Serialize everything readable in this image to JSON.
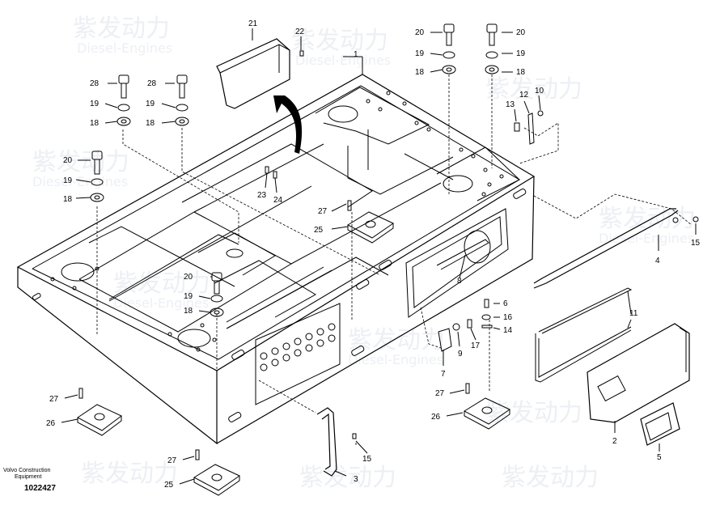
{
  "watermark": {
    "line1": "紫发动力",
    "line2": "Diesel-Engines"
  },
  "caption": {
    "line1": "Volvo Construction",
    "line2": "Equipment",
    "doc_number": "1022427"
  },
  "callouts": {
    "c1": "1",
    "c2": "2",
    "c3": "3",
    "c4": "4",
    "c5": "5",
    "c6": "6",
    "c7": "7",
    "c8": "8",
    "c9": "9",
    "c10": "10",
    "c11": "11",
    "c12": "12",
    "c13": "13",
    "c14": "14",
    "c15a": "15",
    "c15b": "15",
    "c16": "16",
    "c17": "17",
    "c18a": "18",
    "c18b": "18",
    "c18c": "18",
    "c18d": "18",
    "c18e": "18",
    "c18f": "18",
    "c19a": "19",
    "c19b": "19",
    "c19c": "19",
    "c19d": "19",
    "c19e": "19",
    "c19f": "19",
    "c20a": "20",
    "c20b": "20",
    "c20c": "20",
    "c21": "21",
    "c22": "22",
    "c23": "23",
    "c24": "24",
    "c25a": "25",
    "c25b": "25",
    "c26a": "26",
    "c26b": "26",
    "c27a": "27",
    "c27b": "27",
    "c27c": "27",
    "c27d": "27",
    "c28a": "28",
    "c28b": "28"
  }
}
